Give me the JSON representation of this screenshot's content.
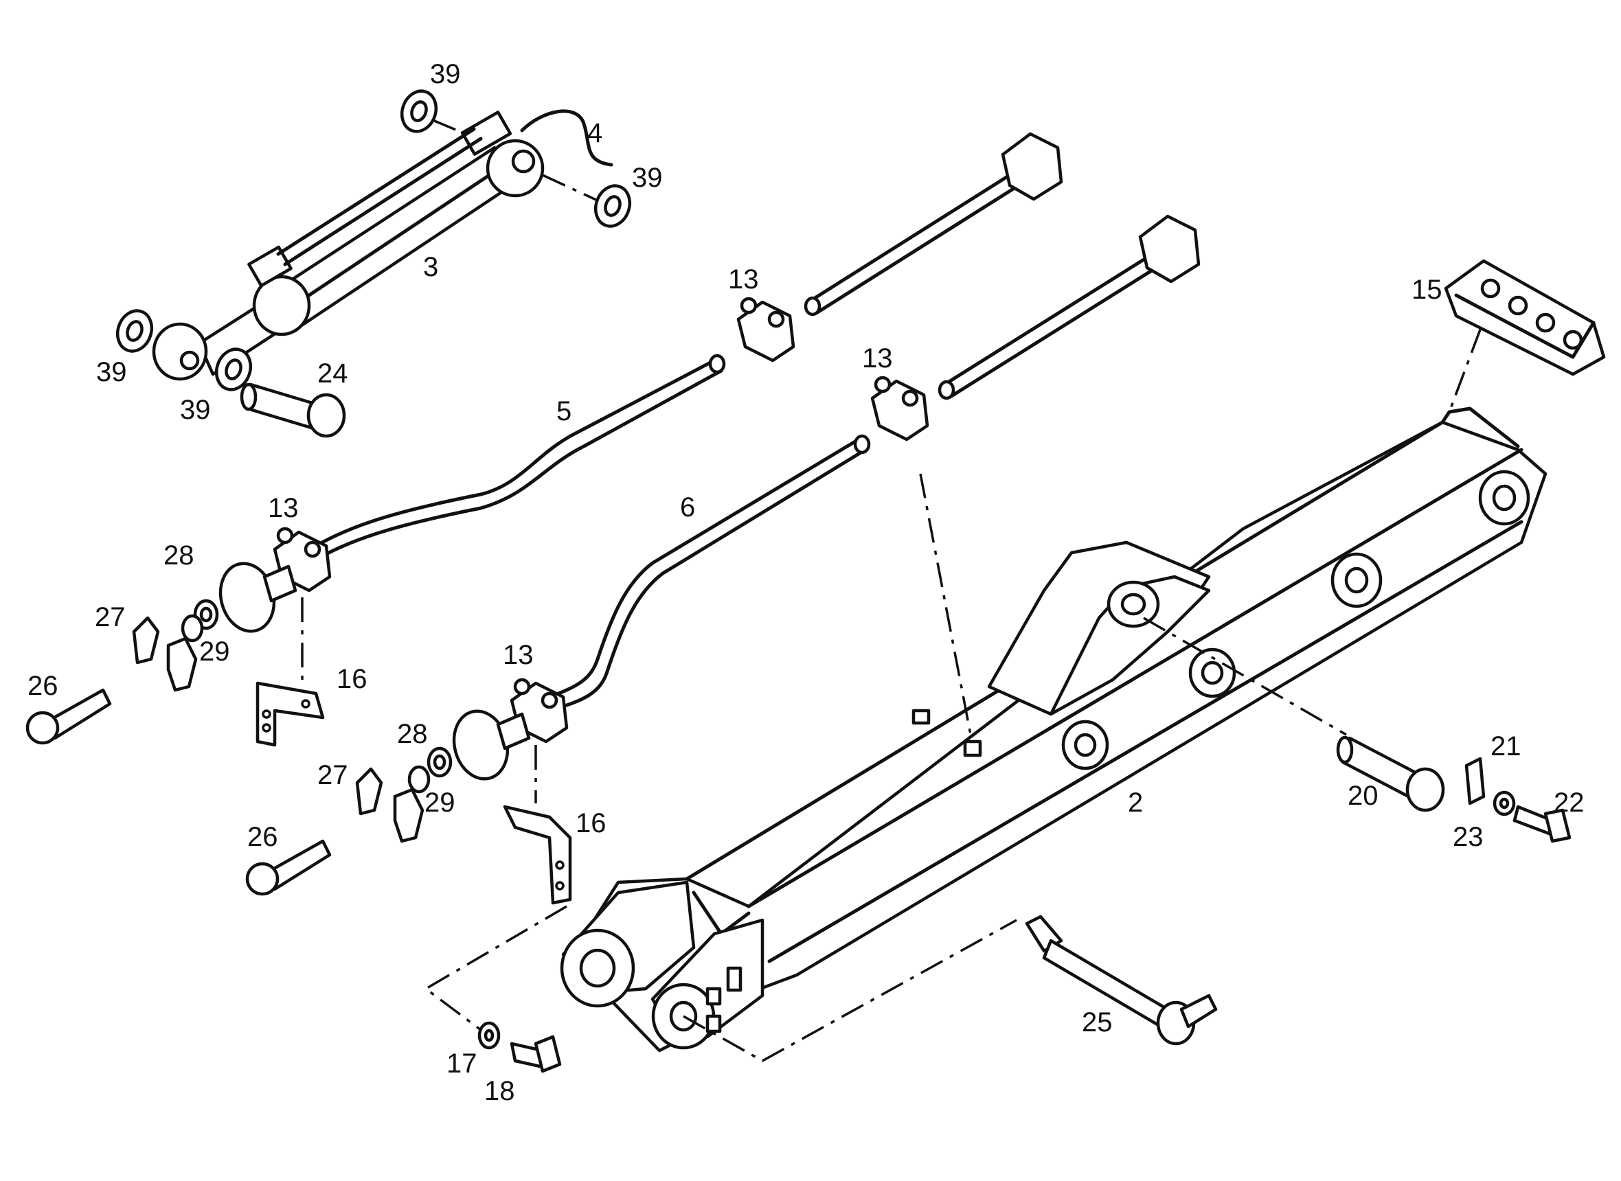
{
  "labels": {
    "p39a": "39",
    "p39b": "39",
    "p39c": "39",
    "p39d": "39",
    "p4": "4",
    "p3": "3",
    "p24": "24",
    "p5": "5",
    "p6": "6",
    "p13a": "13",
    "p13b": "13",
    "p13c": "13",
    "p13d": "13",
    "p15": "15",
    "p28a": "28",
    "p28b": "28",
    "p27a": "27",
    "p27b": "27",
    "p29a": "29",
    "p29b": "29",
    "p26a": "26",
    "p26b": "26",
    "p16a": "16",
    "p16b": "16",
    "p2": "2",
    "p20": "20",
    "p21": "21",
    "p22": "22",
    "p23": "23",
    "p25": "25",
    "p17": "17",
    "p18": "18"
  }
}
